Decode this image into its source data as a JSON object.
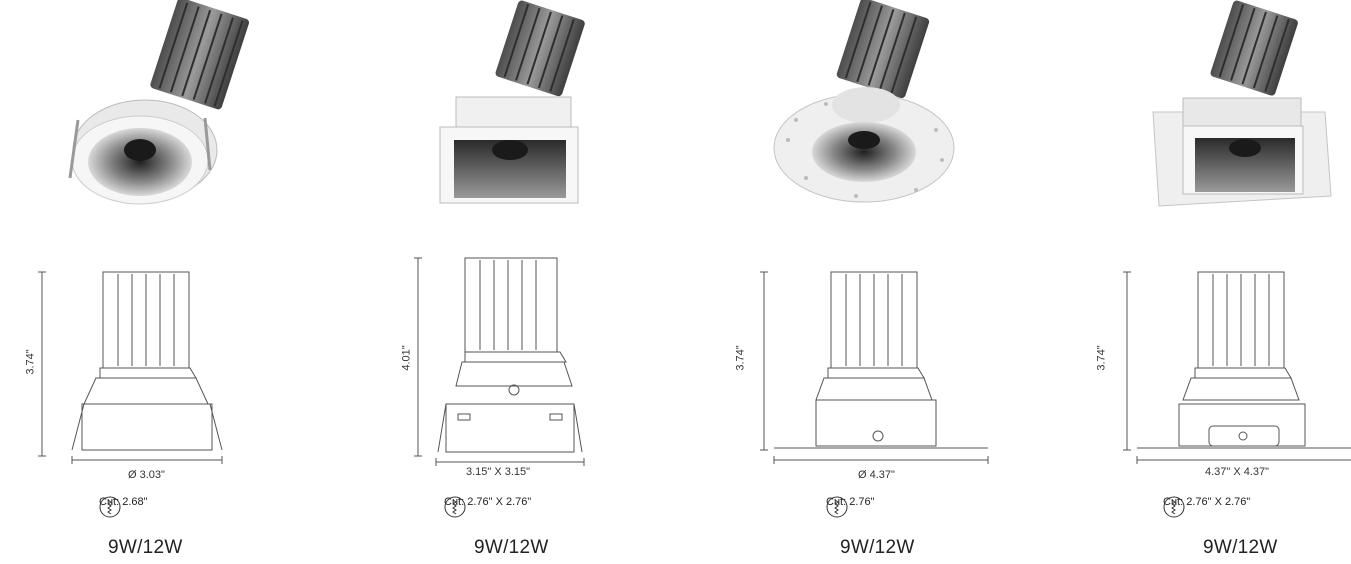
{
  "products": [
    {
      "height": "3.74\"",
      "width": "Ø 3.03\"",
      "cut": "Cut: 2.68\"",
      "wattage": "9W/12W"
    },
    {
      "height": "4.01\"",
      "width": "3.15\" X 3.15\"",
      "cut": "Cut: 2.76\" X 2.76\"",
      "wattage": "9W/12W"
    },
    {
      "height": "3.74\"",
      "width": "Ø 4.37\"",
      "cut": "Cut: 2.76\"",
      "wattage": "9W/12W"
    },
    {
      "height": "3.74\"",
      "width": "4.37\" X 4.37\"",
      "cut": "Cut: 2.76\" X 2.76\"",
      "wattage": "9W/12W"
    }
  ],
  "icons": {
    "cut": "saw-cut-icon"
  },
  "colors": {
    "heatsink": "#6b6b6b",
    "trim": "#f2f2f2",
    "reflector": "#4a4a4a",
    "line": "#555555"
  }
}
